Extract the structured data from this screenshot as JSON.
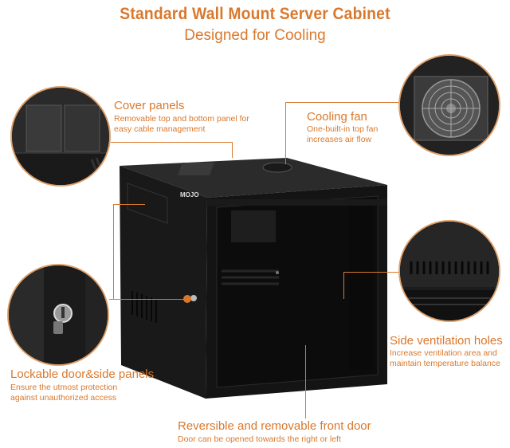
{
  "header": {
    "title": "Standard Wall Mount Server Cabinet",
    "subtitle": "Designed for Cooling"
  },
  "features": {
    "cover_panels": {
      "label": "Cover panels",
      "desc_line1": "Removable top and bottom panel for",
      "desc_line2": "easy cable management"
    },
    "cooling_fan": {
      "label": "Cooling fan",
      "desc_line1": "One-built-in top fan",
      "desc_line2": "increases air flow"
    },
    "side_vents": {
      "label": "Side ventilation holes",
      "desc_line1": "Increase ventilation area and",
      "desc_line2": "maintain temperature balance"
    },
    "lockable": {
      "label": "Lockable door&side panels",
      "desc_line1": "Ensure the utmost protection",
      "desc_line2": "against unauthorized access"
    },
    "front_door": {
      "label": "Reversible and removable front door",
      "desc_line1": "Door can be opened towards the right or left"
    }
  },
  "product": {
    "brand": "MOJO"
  },
  "colors": {
    "accent": "#d9782d",
    "circle_border": "#dfa06a",
    "cabinet": "#1c1c1c"
  }
}
